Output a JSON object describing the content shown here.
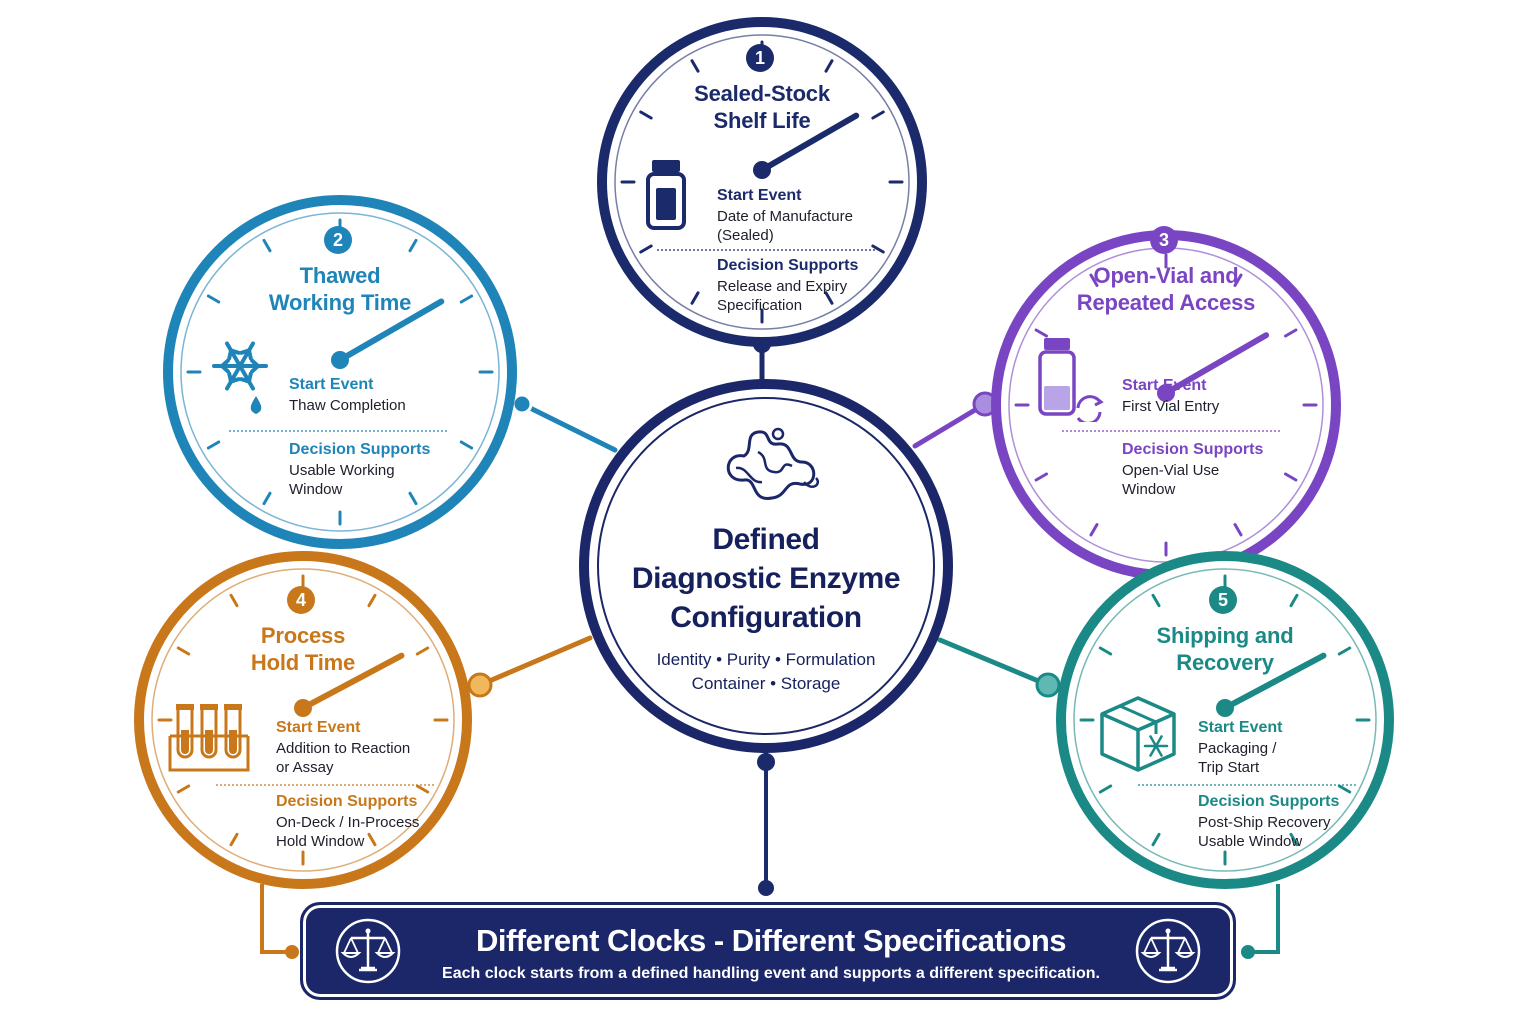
{
  "center": {
    "title_lines": [
      "Defined",
      "Diagnostic Enzyme",
      "Configuration"
    ],
    "attributes_line1": "Identity • Purity • Formulation",
    "attributes_line2": "Container • Storage",
    "icon": "protein-molecule-icon"
  },
  "clocks": [
    {
      "number": "1",
      "title_lines": [
        "Sealed-Stock",
        "Shelf Life"
      ],
      "color": "#1b2a6b",
      "icon": "sealed-vial-icon",
      "start_event_label": "Start Event",
      "start_event_lines": [
        "Date of Manufacture",
        "(Sealed)"
      ],
      "decision_label": "Decision Supports",
      "decision_lines": [
        "Release and Expiry",
        "Specification"
      ]
    },
    {
      "number": "2",
      "title_lines": [
        "Thawed",
        "Working Time"
      ],
      "color": "#1f84b8",
      "icon": "snowflake-thaw-icon",
      "start_event_label": "Start Event",
      "start_event_lines": [
        "Thaw Completion"
      ],
      "decision_label": "Decision Supports",
      "decision_lines": [
        "Usable Working",
        "Window"
      ]
    },
    {
      "number": "3",
      "title_lines": [
        "Open-Vial and",
        "Repeated Access"
      ],
      "color": "#7a45c2",
      "icon": "open-vial-icon",
      "start_event_label": "Start Event",
      "start_event_lines": [
        "First Vial Entry"
      ],
      "decision_label": "Decision Supports",
      "decision_lines": [
        "Open-Vial Use",
        "Window"
      ]
    },
    {
      "number": "4",
      "title_lines": [
        "Process",
        "Hold Time"
      ],
      "color": "#c8781a",
      "icon": "test-tubes-icon",
      "start_event_label": "Start Event",
      "start_event_lines": [
        "Addition to Reaction",
        "or Assay"
      ],
      "decision_label": "Decision Supports",
      "decision_lines": [
        "On-Deck / In-Process",
        "Hold Window"
      ]
    },
    {
      "number": "5",
      "title_lines": [
        "Shipping and",
        "Recovery"
      ],
      "color": "#1b8a86",
      "icon": "cold-shipping-box-icon",
      "start_event_label": "Start Event",
      "start_event_lines": [
        "Packaging /",
        "Trip Start"
      ],
      "decision_label": "Decision Supports",
      "decision_lines": [
        "Post-Ship Recovery",
        "Usable Window"
      ]
    }
  ],
  "banner": {
    "title": "Different Clocks - Different Specifications",
    "subtitle": "Each clock starts from a defined handling event and supports a different specification.",
    "icon": "balance-scale-icon"
  }
}
